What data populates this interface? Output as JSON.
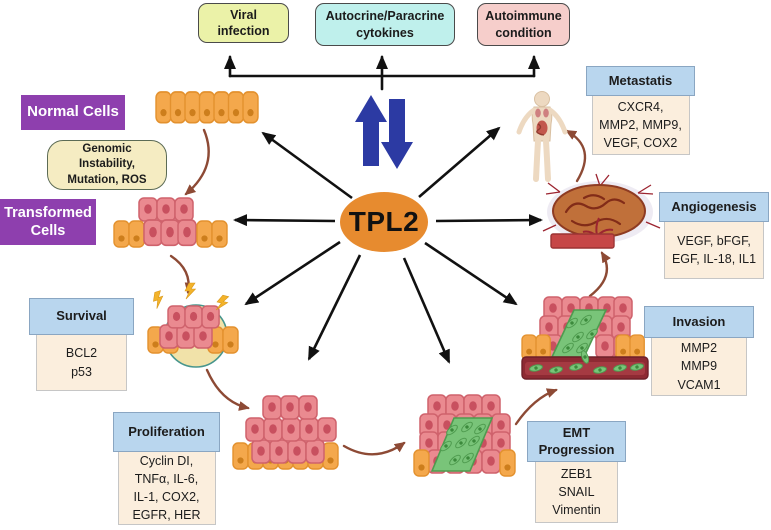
{
  "colors": {
    "purple": "#8e3fae",
    "header_blue": "#b9d6ee",
    "body_cream": "#fbeedd",
    "viral_bg": "#ebf2a8",
    "cytokines_bg": "#bff0ec",
    "autoimmune_bg": "#f6cecb",
    "genomic_bg": "#f5ecc2",
    "tpl2_orange": "#e78b2f",
    "arrow_blue": "#2c3aa3",
    "arrow_brown": "#8d4a35"
  },
  "center": {
    "label": "TPL2"
  },
  "causes": {
    "viral": "Viral\ninfection",
    "cytokines": "Autocrine/Paracrine\ncytokines",
    "autoimmune": "Autoimmune\ncondition"
  },
  "cells": {
    "normal": "Normal Cells",
    "genomic_note": "Genomic\nInstability,\nMutation, ROS",
    "transformed": "Transformed\nCells"
  },
  "hallmarks": {
    "survival": {
      "title": "Survival",
      "items": "BCL2\np53"
    },
    "proliferation": {
      "title": "Proliferation",
      "items": "Cyclin DI,\nTNFα, IL-6,\nIL-1, COX2,\nEGFR, HER"
    },
    "emt": {
      "title": "EMT\nProgression",
      "items": "ZEB1\nSNAIL\nVimentin"
    },
    "invasion": {
      "title": "Invasion",
      "items": "MMP2\nMMP9\nVCAM1"
    },
    "angiogenesis": {
      "title": "Angiogenesis",
      "items": "VEGF, bFGF,\nEGF, IL-18, IL1"
    },
    "metastasis": {
      "title": "Metastatis",
      "items": "CXCR4,\nMMP2, MMP9,\nVEGF, COX2"
    }
  }
}
